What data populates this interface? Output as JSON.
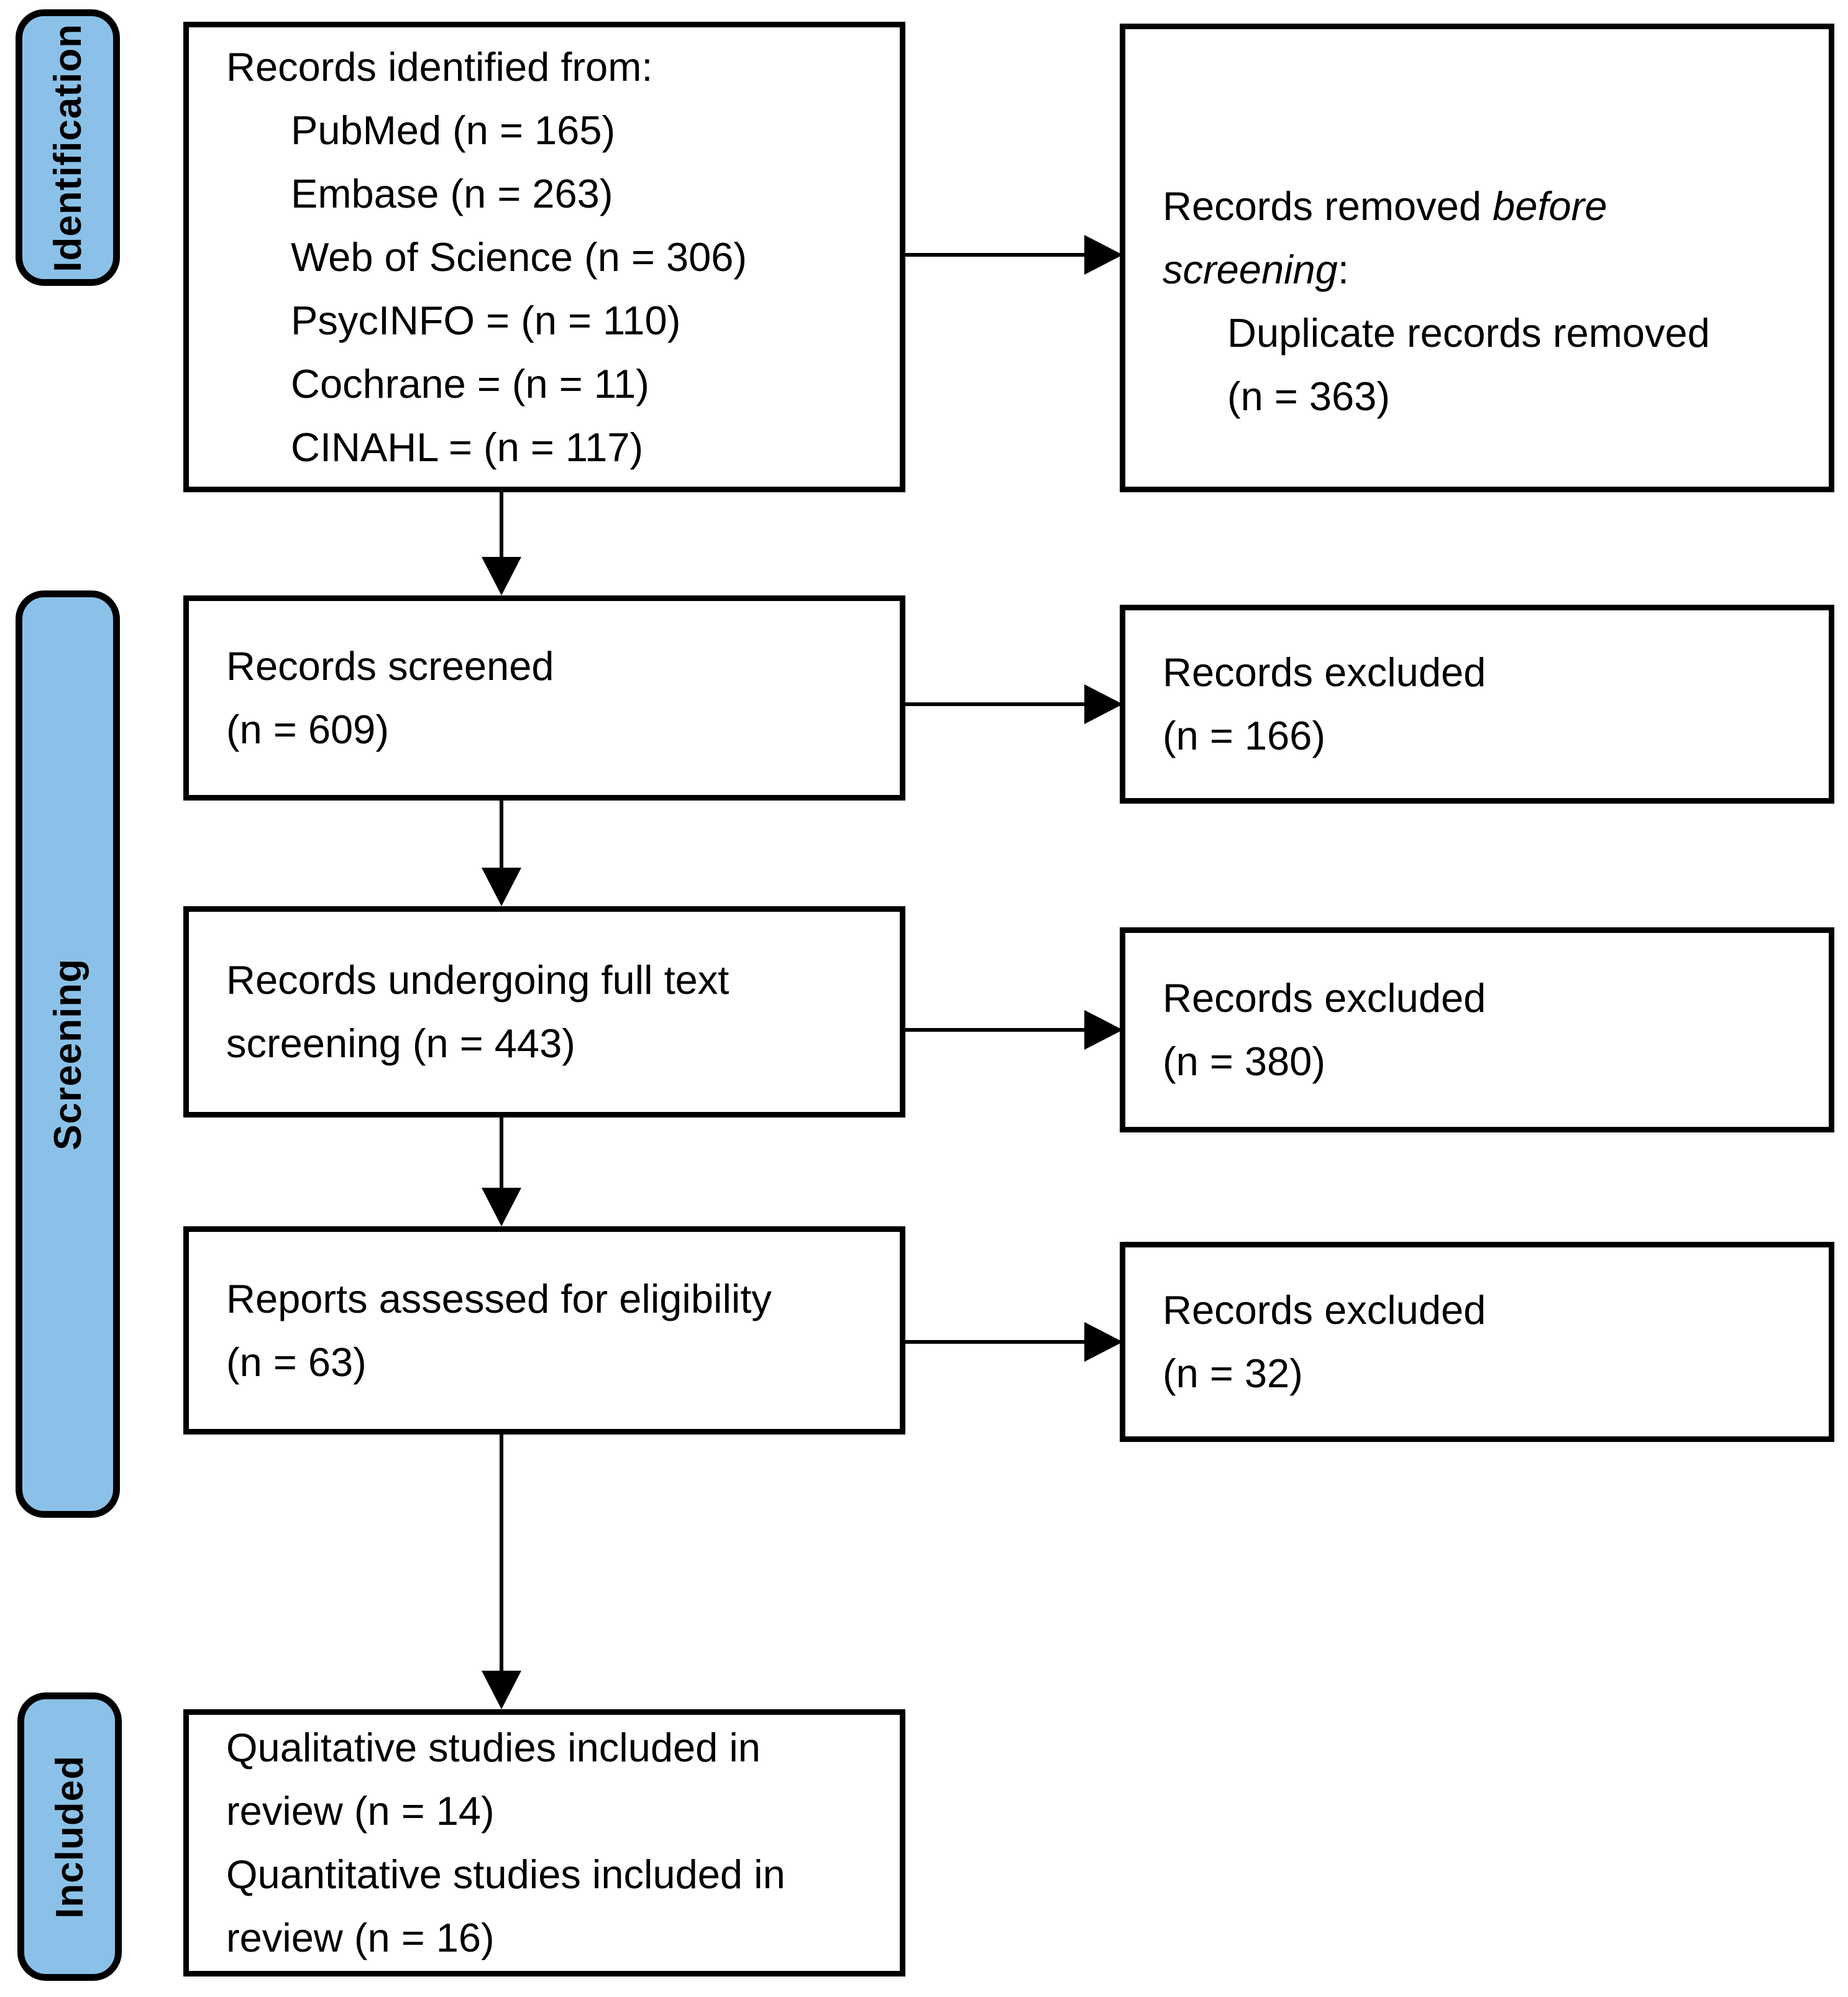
{
  "diagram": {
    "colors": {
      "stage_bg": "#8BC1E8",
      "line": "#000000",
      "box_bg": "#FFFFFF"
    },
    "stages": [
      {
        "label": "Identification"
      },
      {
        "label": "Screening"
      },
      {
        "label": "Included"
      }
    ],
    "boxes": {
      "identified": {
        "title": "Records identified from:",
        "items": [
          "PubMed (n = 165)",
          "Embase (n = 263)",
          "Web of Science (n = 306)",
          "PsycINFO = (n = 110)",
          "Cochrane = (n = 11)",
          "CINAHL = (n = 117)"
        ]
      },
      "removed_before_screening": {
        "prefix": "Records removed ",
        "italic_line1": "before",
        "italic_line2": "screening",
        "colon": ":",
        "detail_line1": "Duplicate records removed",
        "detail_line2": "(n = 363)"
      },
      "records_screened": {
        "line1": "Records screened",
        "line2": "(n = 609)"
      },
      "records_excluded_screening": {
        "line1": "Records excluded",
        "line2": "(n = 166)"
      },
      "full_text_screening": {
        "text": "Records undergoing full text screening (n = 443)"
      },
      "records_excluded_full_text": {
        "line1": "Records excluded",
        "line2": "(n = 380)"
      },
      "reports_assessed": {
        "line1": "Reports assessed for eligibility",
        "line2": "(n = 63)"
      },
      "records_excluded_eligibility": {
        "line1": "Records excluded",
        "line2": "(n = 32)"
      },
      "included_studies": {
        "line1": "Qualitative studies included in review (n = 14)",
        "line2": "Quantitative studies included in review (n = 16)"
      }
    }
  }
}
